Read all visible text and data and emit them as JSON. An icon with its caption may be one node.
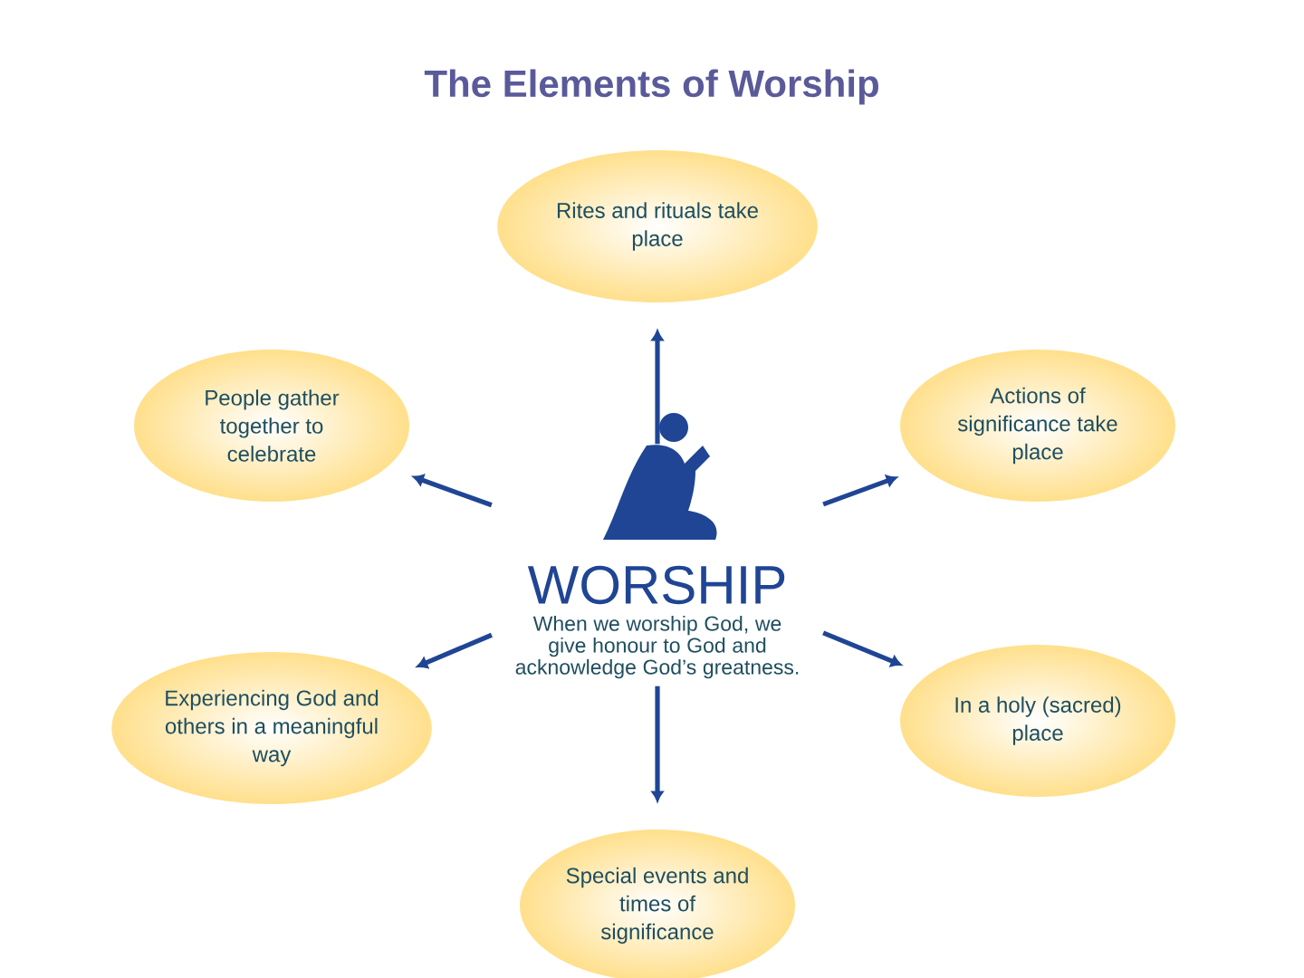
{
  "diagram": {
    "title": "The Elements of Worship",
    "nodes": [
      {
        "text": [
          "Rites and rituals take place"
        ]
      },
      {
        "text": [
          "People gather together to celebrate"
        ]
      },
      {
        "text": [
          "Actions of significance take place"
        ]
      },
      {
        "text": [
          "WORSHIP",
          "When we worship God, we give honour to God and acknowledge God’s greatness."
        ]
      },
      {
        "text": [
          "Experiencing God and others in a meaningful way"
        ]
      },
      {
        "text": [
          "In a holy (sacred) place"
        ]
      },
      {
        "text": [
          "Special events and times of significance"
        ]
      }
    ],
    "edges": [
      {
        "from": 3,
        "to": 0,
        "arrow": "to"
      },
      {
        "from": 3,
        "to": 1,
        "arrow": "to"
      },
      {
        "from": 3,
        "to": 2,
        "arrow": "to"
      },
      {
        "from": 3,
        "to": 4,
        "arrow": "to"
      },
      {
        "from": 3,
        "to": 5,
        "arrow": "to"
      },
      {
        "from": 3,
        "to": 6,
        "arrow": "to"
      }
    ]
  }
}
